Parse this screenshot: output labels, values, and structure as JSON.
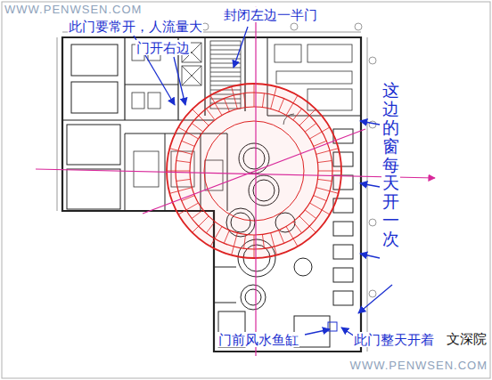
{
  "diagram": {
    "labels": [
      "WWW.PENWSEN.COM",
      "此门要常开，人流量大",
      "门开右边",
      "封闭左边一半门",
      "这边的窗每天开一次",
      "门前风水鱼缸",
      "此门整天开着",
      "文深院",
      "WWW.PENWSEN.COM"
    ]
  }
}
